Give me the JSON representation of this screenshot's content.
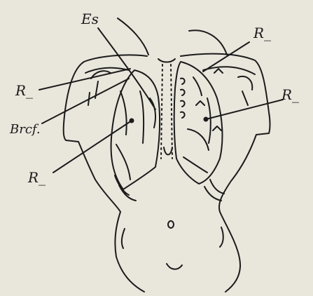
{
  "figure": {
    "labels": {
      "es": "Es",
      "r_upper_left": "R_",
      "r_upper_right": "R_",
      "r_right": "R_",
      "r_lower_left": "R_",
      "bref": "Brcf."
    }
  },
  "colors": {
    "background": "#e9e6dc",
    "ink": "#1b1b1b"
  }
}
